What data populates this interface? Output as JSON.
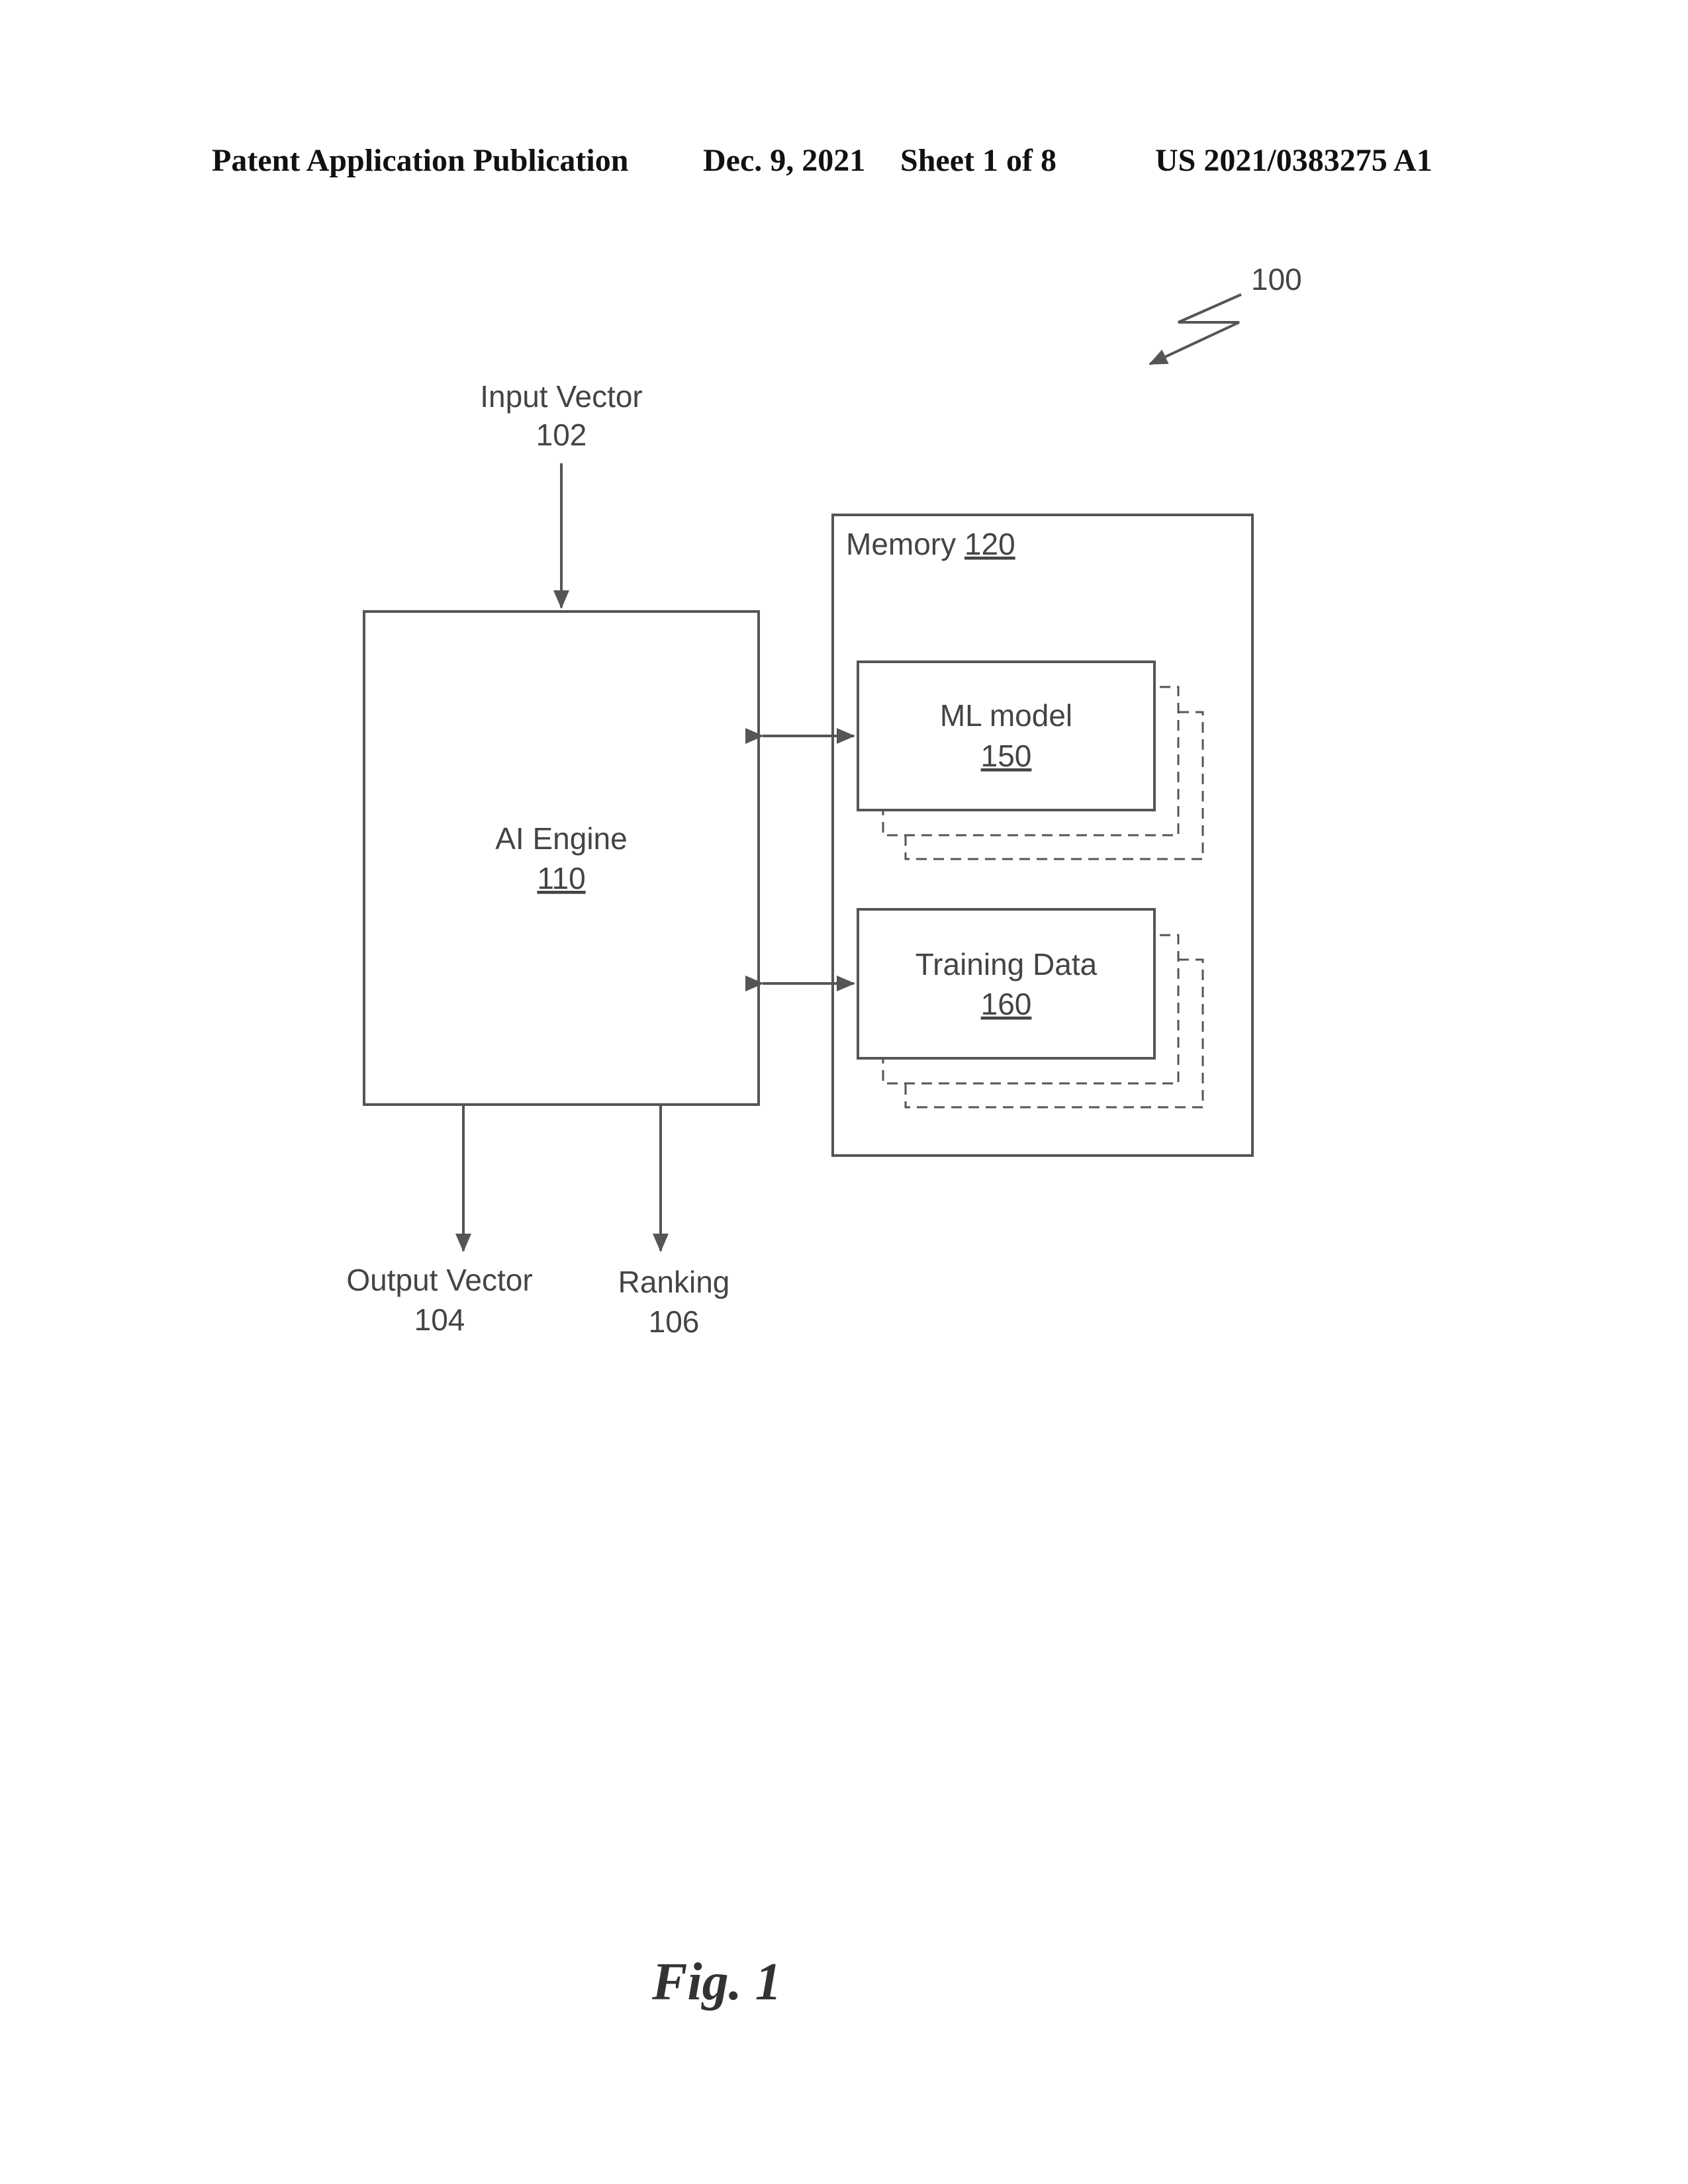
{
  "header": {
    "publication_type": "Patent Application Publication",
    "date": "Dec. 9, 2021",
    "sheet": "Sheet 1 of 8",
    "publication_number": "US 2021/0383275 A1"
  },
  "figure": {
    "ref_label": "100",
    "caption": "Fig. 1"
  },
  "nodes": {
    "input_vector": {
      "label": "Input Vector",
      "ref": "102"
    },
    "ai_engine": {
      "label": "AI Engine",
      "ref": "110"
    },
    "memory": {
      "label": "Memory",
      "ref": "120"
    },
    "ml_model": {
      "label": "ML model",
      "ref": "150"
    },
    "training_data": {
      "label": "Training Data",
      "ref": "160"
    },
    "output_vector": {
      "label": "Output Vector",
      "ref": "104"
    },
    "ranking": {
      "label": "Ranking",
      "ref": "106"
    }
  },
  "edges": [
    {
      "from": "input_vector",
      "to": "ai_engine",
      "direction": "one-way"
    },
    {
      "from": "ai_engine",
      "to": "ml_model",
      "direction": "two-way"
    },
    {
      "from": "ai_engine",
      "to": "training_data",
      "direction": "two-way"
    },
    {
      "from": "ai_engine",
      "to": "output_vector",
      "direction": "one-way"
    },
    {
      "from": "ai_engine",
      "to": "ranking",
      "direction": "one-way"
    }
  ],
  "colors": {
    "line": "#555555",
    "text": "#444444"
  }
}
